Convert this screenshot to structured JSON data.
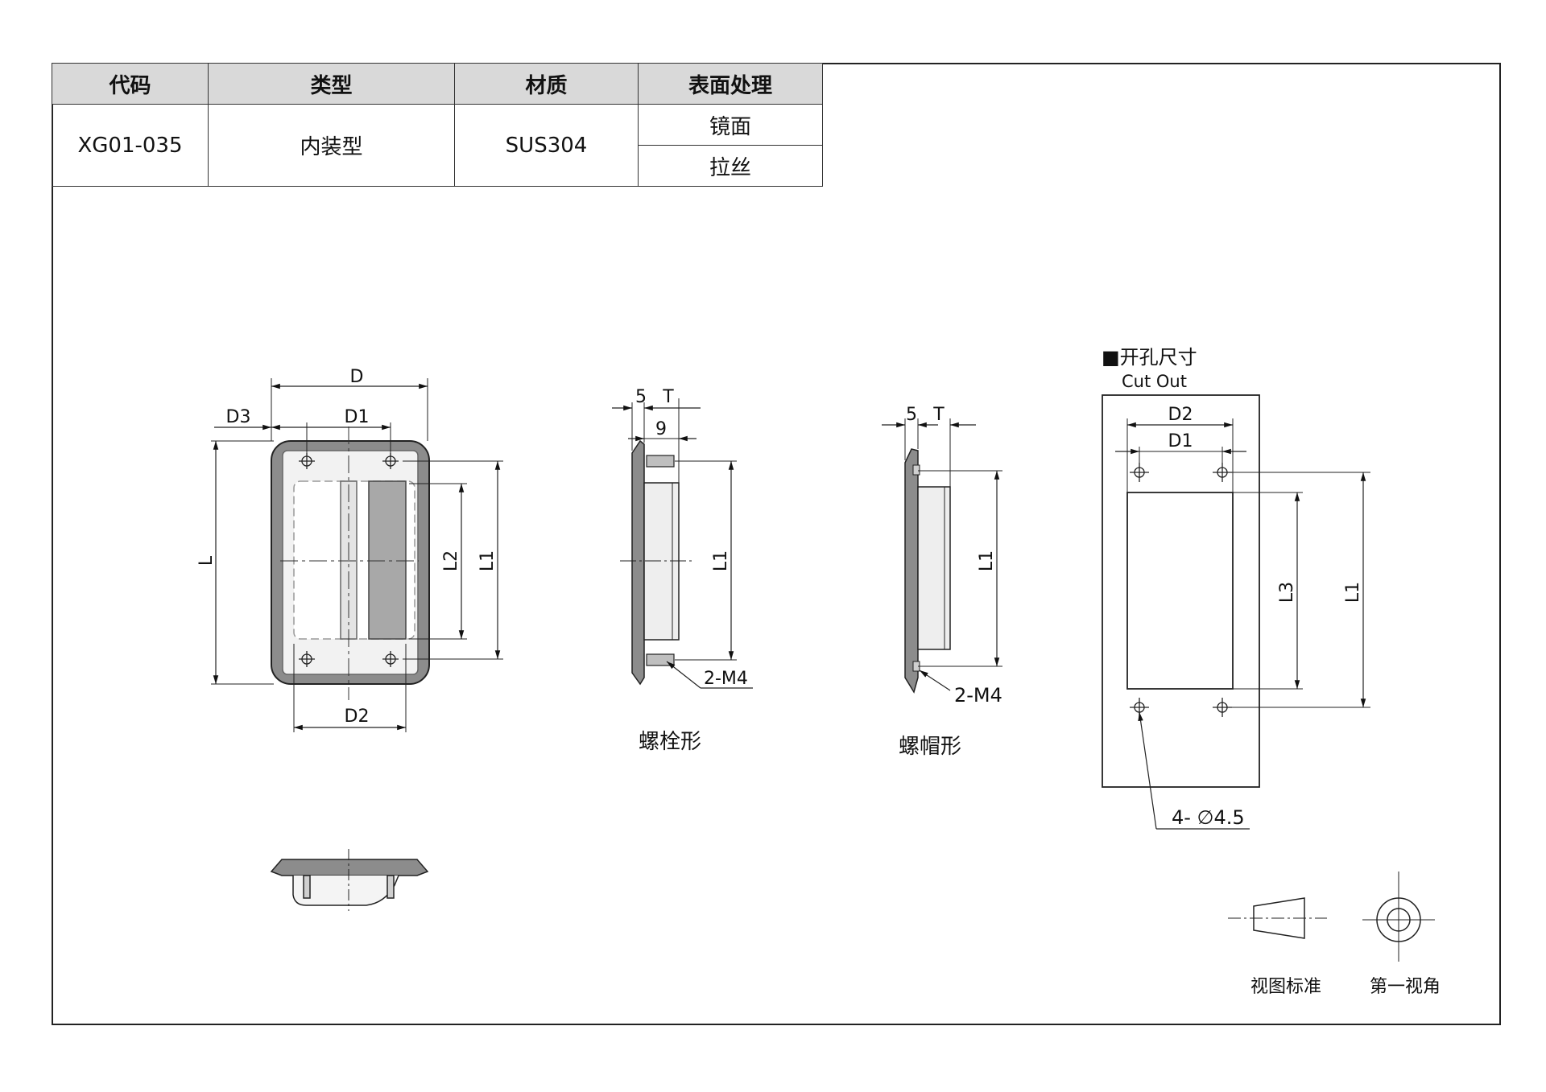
{
  "table": {
    "headers": [
      "代码",
      "类型",
      "材质",
      "表面处理"
    ],
    "code": "XG01-035",
    "type": "内装型",
    "material": "SUS304",
    "finishes": [
      "镜面",
      "拉丝"
    ]
  },
  "front_view": {
    "dims": {
      "D": "D",
      "D3": "D3",
      "D1": "D1",
      "D2": "D2",
      "L": "L",
      "L2": "L2",
      "L1": "L1"
    }
  },
  "bolt_view": {
    "dims": {
      "five": "5",
      "T": "T",
      "nine": "9",
      "L1": "L1",
      "thread": "2-M4"
    },
    "caption": "螺栓形"
  },
  "nut_view": {
    "dims": {
      "five": "5",
      "T": "T",
      "L1": "L1",
      "thread": "2-M4"
    },
    "caption": "螺帽形"
  },
  "cutout": {
    "title": "■开孔尺寸",
    "subtitle": "Cut Out",
    "dims": {
      "D2": "D2",
      "D1": "D1",
      "L3": "L3",
      "L1": "L1",
      "holes": "4- ∅4.5"
    }
  },
  "projection": {
    "label_left": "视图标准",
    "label_right": "第一视角"
  }
}
